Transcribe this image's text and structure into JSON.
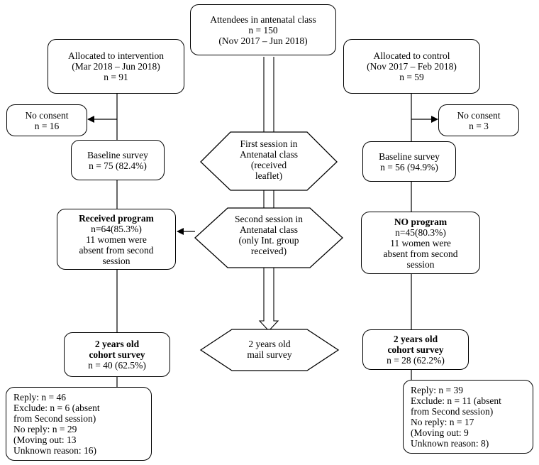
{
  "attendees": {
    "line1": "Attendees in antenatal class",
    "line2": "n = 150",
    "line3": "(Nov 2017 – Jun 2018)"
  },
  "intervention": {
    "allocated": {
      "line1": "Allocated to intervention",
      "line2": "(Mar 2018 – Jun 2018)",
      "line3": "n = 91"
    },
    "no_consent": {
      "line1": "No consent",
      "line2": "n = 16"
    },
    "baseline": {
      "line1": "Baseline survey",
      "line2": "n = 75  (82.4%)"
    },
    "program": {
      "line1": "Received program",
      "line2": "n=64(85.3%)",
      "line3": "11 women were",
      "line4": "absent from second",
      "line5": "session"
    },
    "cohort": {
      "line1": "2 years old",
      "line2": "cohort survey",
      "line3": "n = 40  (62.5%)"
    },
    "reply": {
      "line1": "Reply: n = 46",
      "line2": "Exclude:  n = 6  (absent",
      "line3": "from Second session)",
      "line4": "No reply: n = 29",
      "line5": "(Moving out: 13",
      "line6": "Unknown reason: 16)"
    }
  },
  "control": {
    "allocated": {
      "line1": "Allocated to control",
      "line2": "(Nov 2017 – Feb 2018)",
      "line3": "n = 59"
    },
    "no_consent": {
      "line1": "No consent",
      "line2": "n = 3"
    },
    "baseline": {
      "line1": "Baseline survey",
      "line2": "n = 56  (94.9%)"
    },
    "program": {
      "line1": "NO program",
      "line2": "n=45(80.3%)",
      "line3": "11 women were",
      "line4": "absent from second",
      "line5": "session"
    },
    "cohort": {
      "line1": "2 years old",
      "line2": "cohort survey",
      "line3": "n = 28  (62.2%)"
    },
    "reply": {
      "line1": "Reply: n = 39",
      "line2": "Exclude:  n = 11  (absent",
      "line3": "from Second session)",
      "line4": "No reply: n = 17",
      "line5": "(Moving out: 9",
      "line6": "Unknown reason: 8)"
    }
  },
  "center": {
    "first_session": {
      "line1": "First session in",
      "line2": "Antenatal class",
      "line3": "(received",
      "line4": "leaflet)"
    },
    "second_session": {
      "line1": "Second session in",
      "line2": "Antenatal class",
      "line3": "(only Int. group",
      "line4": "received)"
    },
    "mail_survey": {
      "line1": "2 years old",
      "line2": "mail survey"
    }
  }
}
